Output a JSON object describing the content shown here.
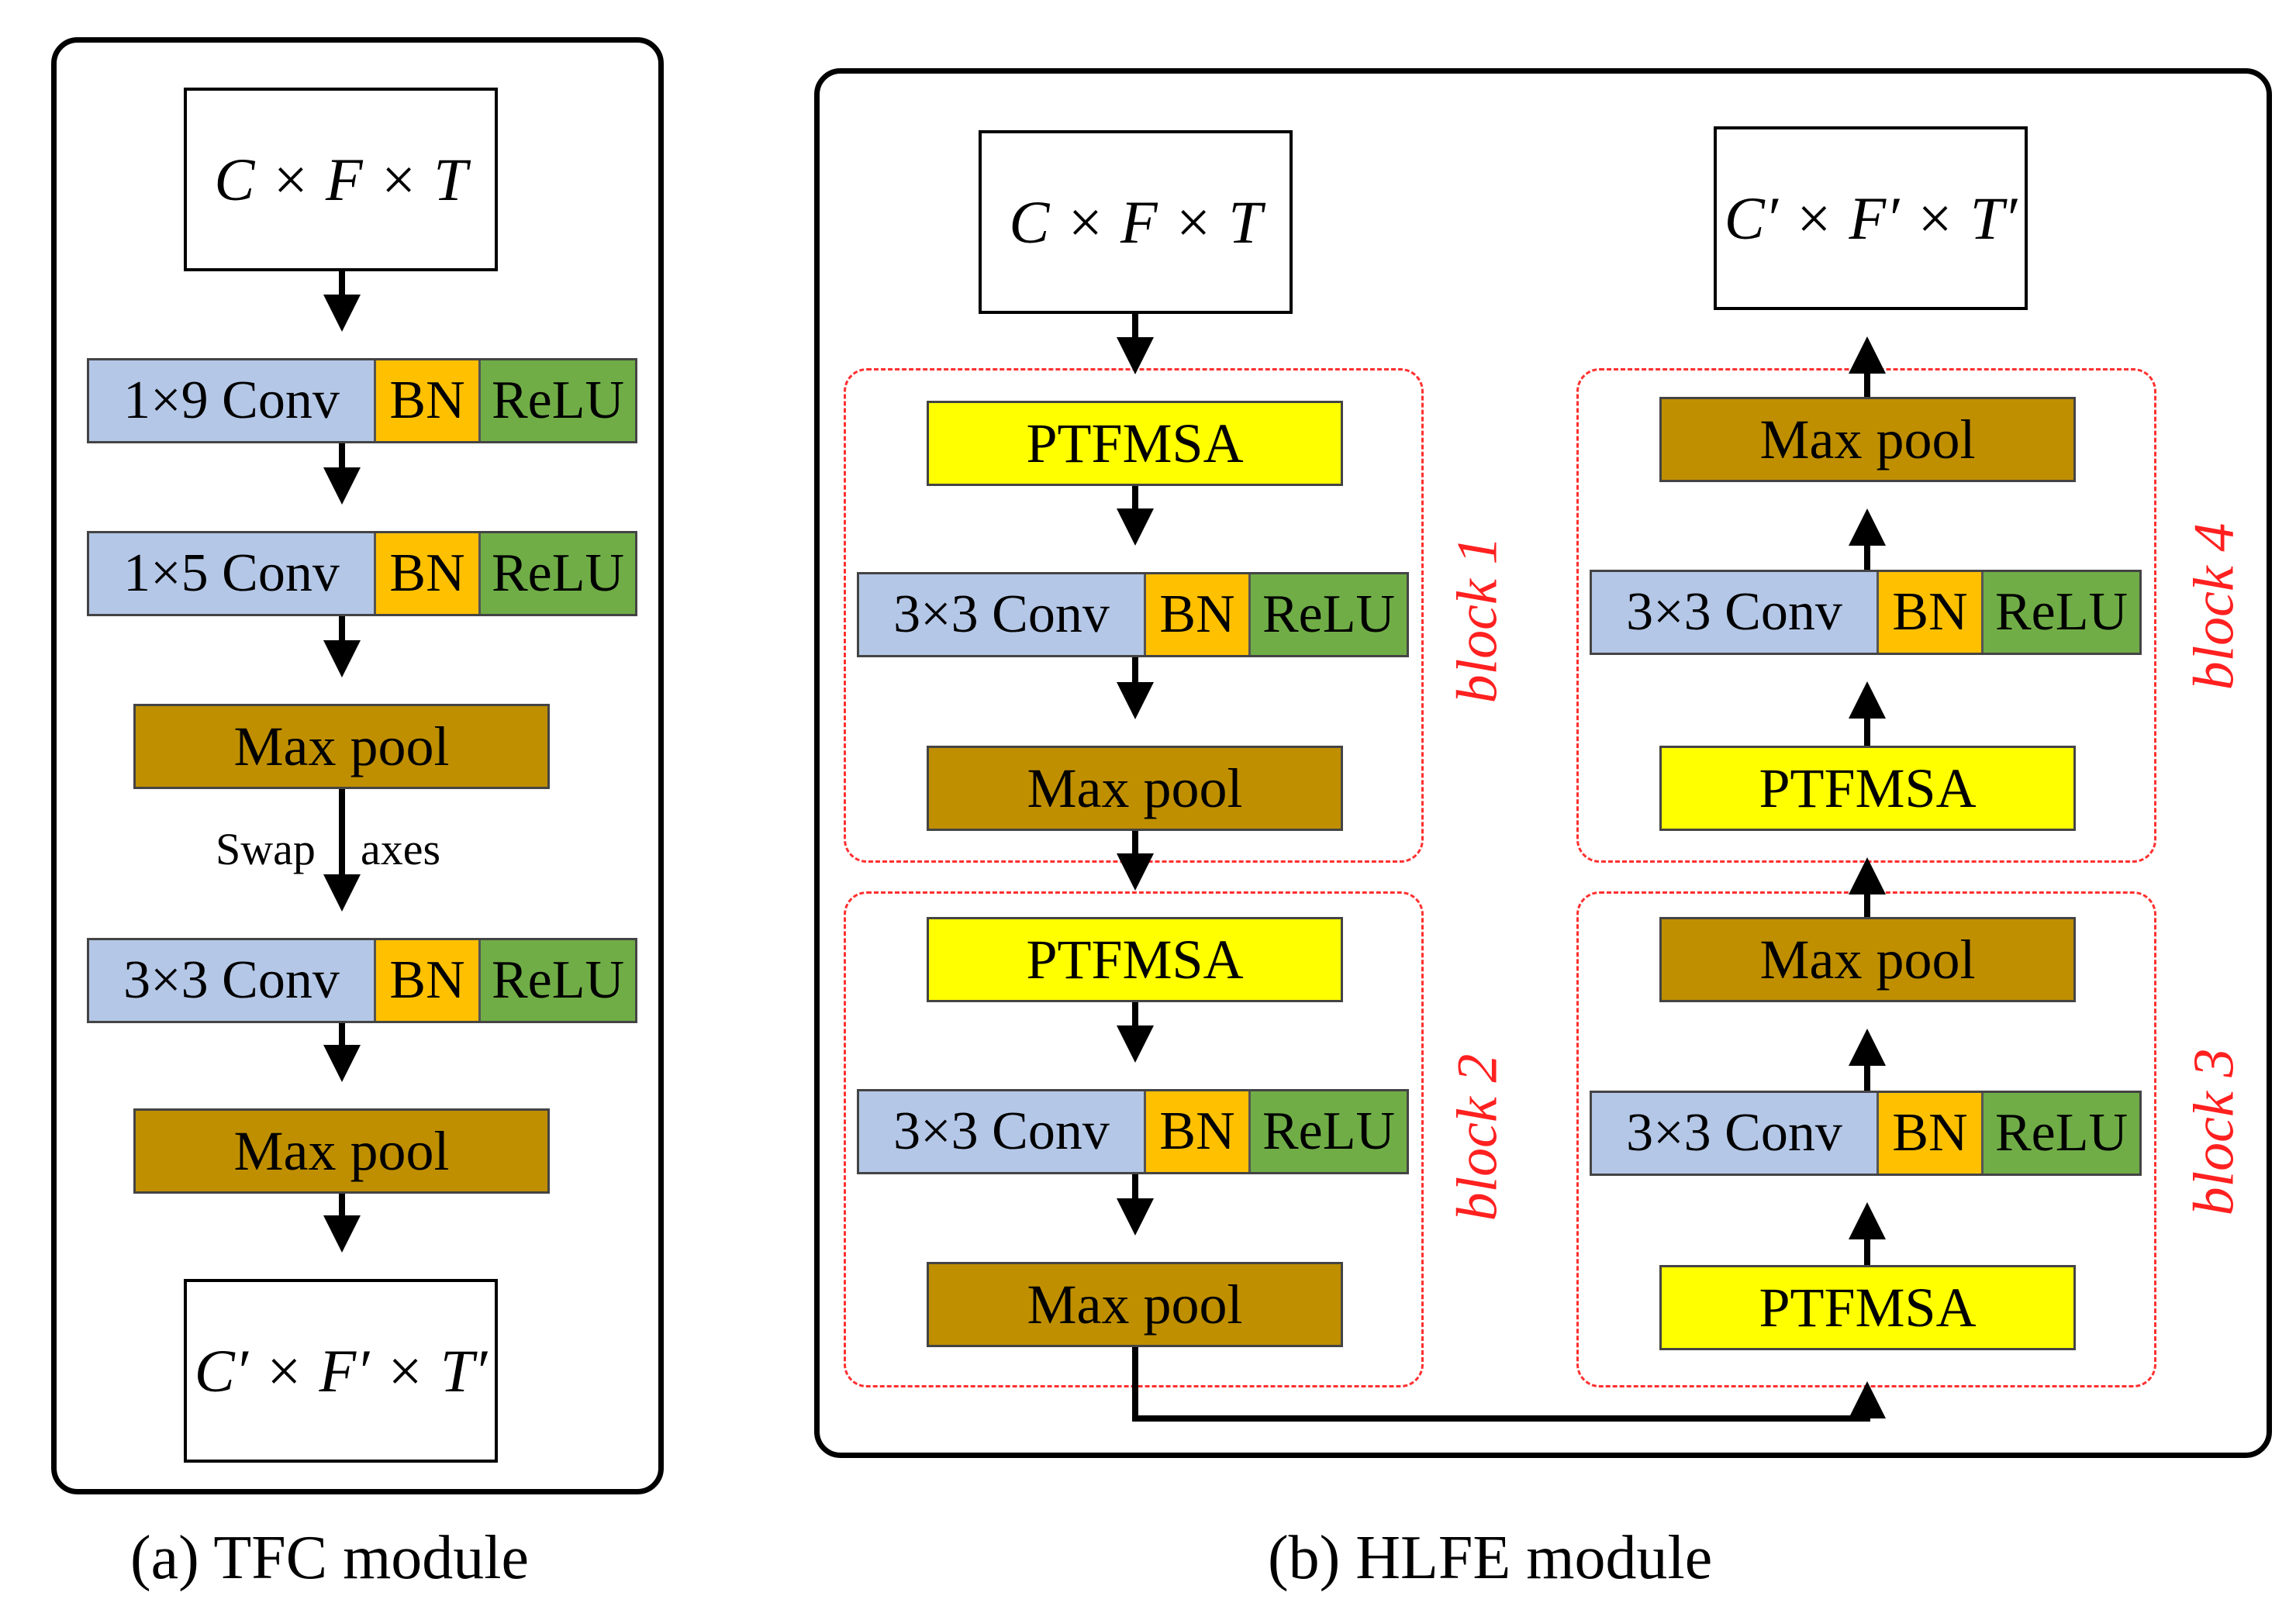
{
  "tfc": {
    "input": "C × F × T",
    "conv1": {
      "conv": "1×9 Conv",
      "bn": "BN",
      "relu": "ReLU"
    },
    "conv2": {
      "conv": "1×5 Conv",
      "bn": "BN",
      "relu": "ReLU"
    },
    "pool1": "Max pool",
    "swap_left": "Swap",
    "swap_right": "axes",
    "conv3": {
      "conv": "3×3 Conv",
      "bn": "BN",
      "relu": "ReLU"
    },
    "pool2": "Max pool",
    "output": "C′ × F′ × T′",
    "caption": "(a) TFC module"
  },
  "hlfe": {
    "input": "C × F × T",
    "output": "C′ × F′ × T′",
    "caption": "(b) HLFE module",
    "blocks": [
      {
        "label": "block 1",
        "ptfmsa": "PTFMSA",
        "conv": "3×3 Conv",
        "bn": "BN",
        "relu": "ReLU",
        "pool": "Max pool"
      },
      {
        "label": "block 2",
        "ptfmsa": "PTFMSA",
        "conv": "3×3 Conv",
        "bn": "BN",
        "relu": "ReLU",
        "pool": "Max pool"
      },
      {
        "label": "block 3",
        "ptfmsa": "PTFMSA",
        "conv": "3×3 Conv",
        "bn": "BN",
        "relu": "ReLU",
        "pool": "Max pool"
      },
      {
        "label": "block 4",
        "ptfmsa": "PTFMSA",
        "conv": "3×3 Conv",
        "bn": "BN",
        "relu": "ReLU",
        "pool": "Max pool"
      }
    ]
  }
}
